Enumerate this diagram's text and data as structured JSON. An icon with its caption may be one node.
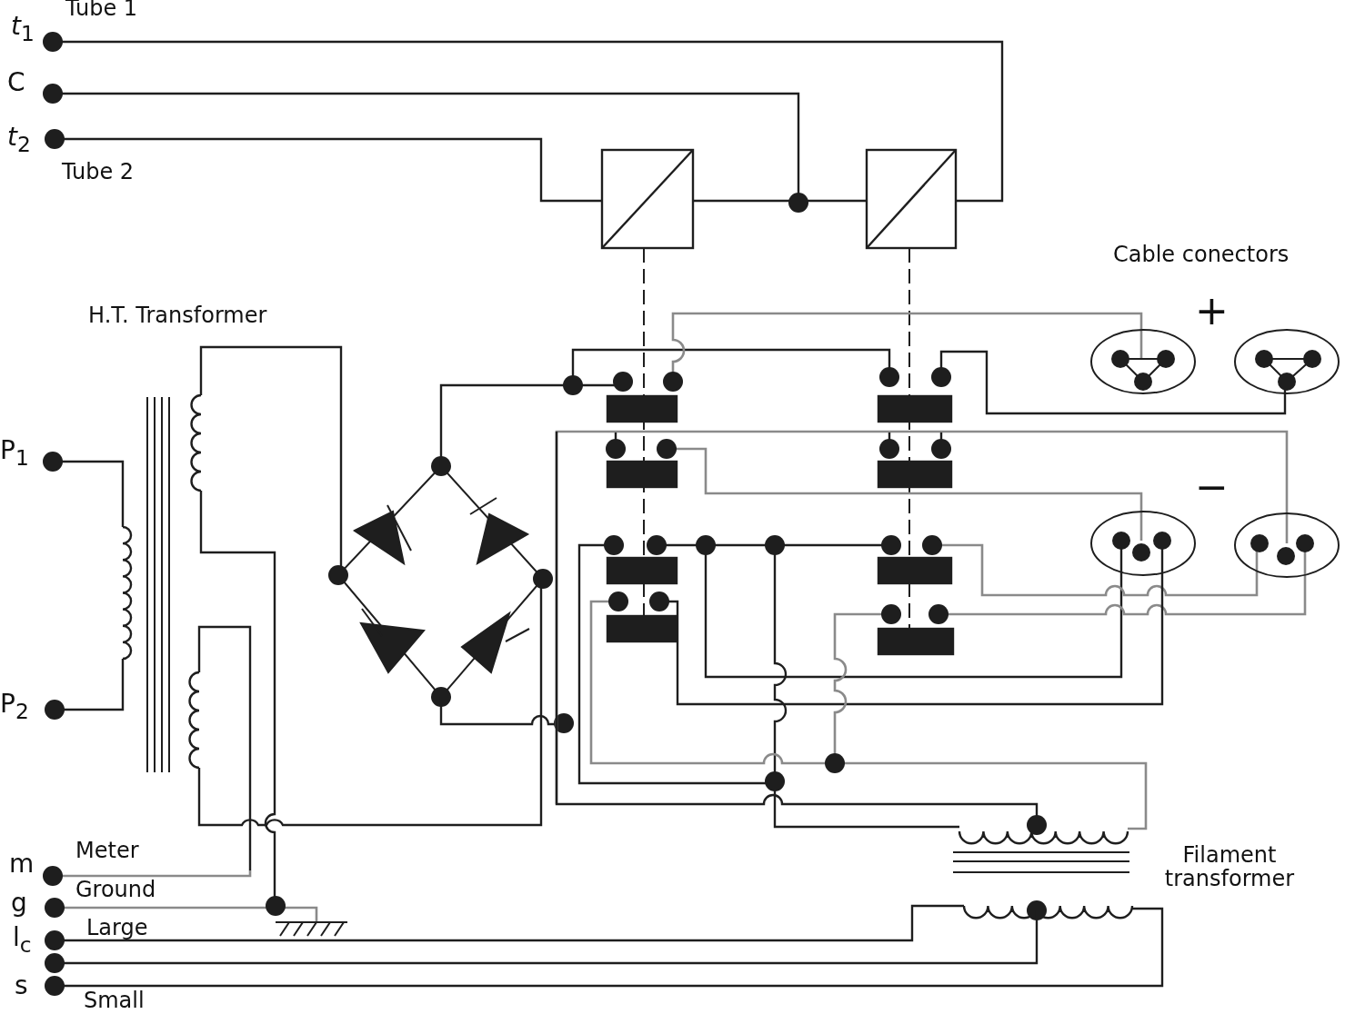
{
  "diagram": {
    "labels": [
      "*t*$_{1}$",
      "Tube 1",
      "C",
      "*t*$_{2}$",
      "Tube 2",
      "Cable conectors",
      "+",
      "H.T. Transformer",
      "P$_{1}$",
      "−",
      "P$_{2}$",
      "Filament transformer",
      "m",
      "Meter",
      "g",
      "Ground",
      "l$_{c}$",
      "Large",
      "s",
      "Small"
    ]
  }
}
